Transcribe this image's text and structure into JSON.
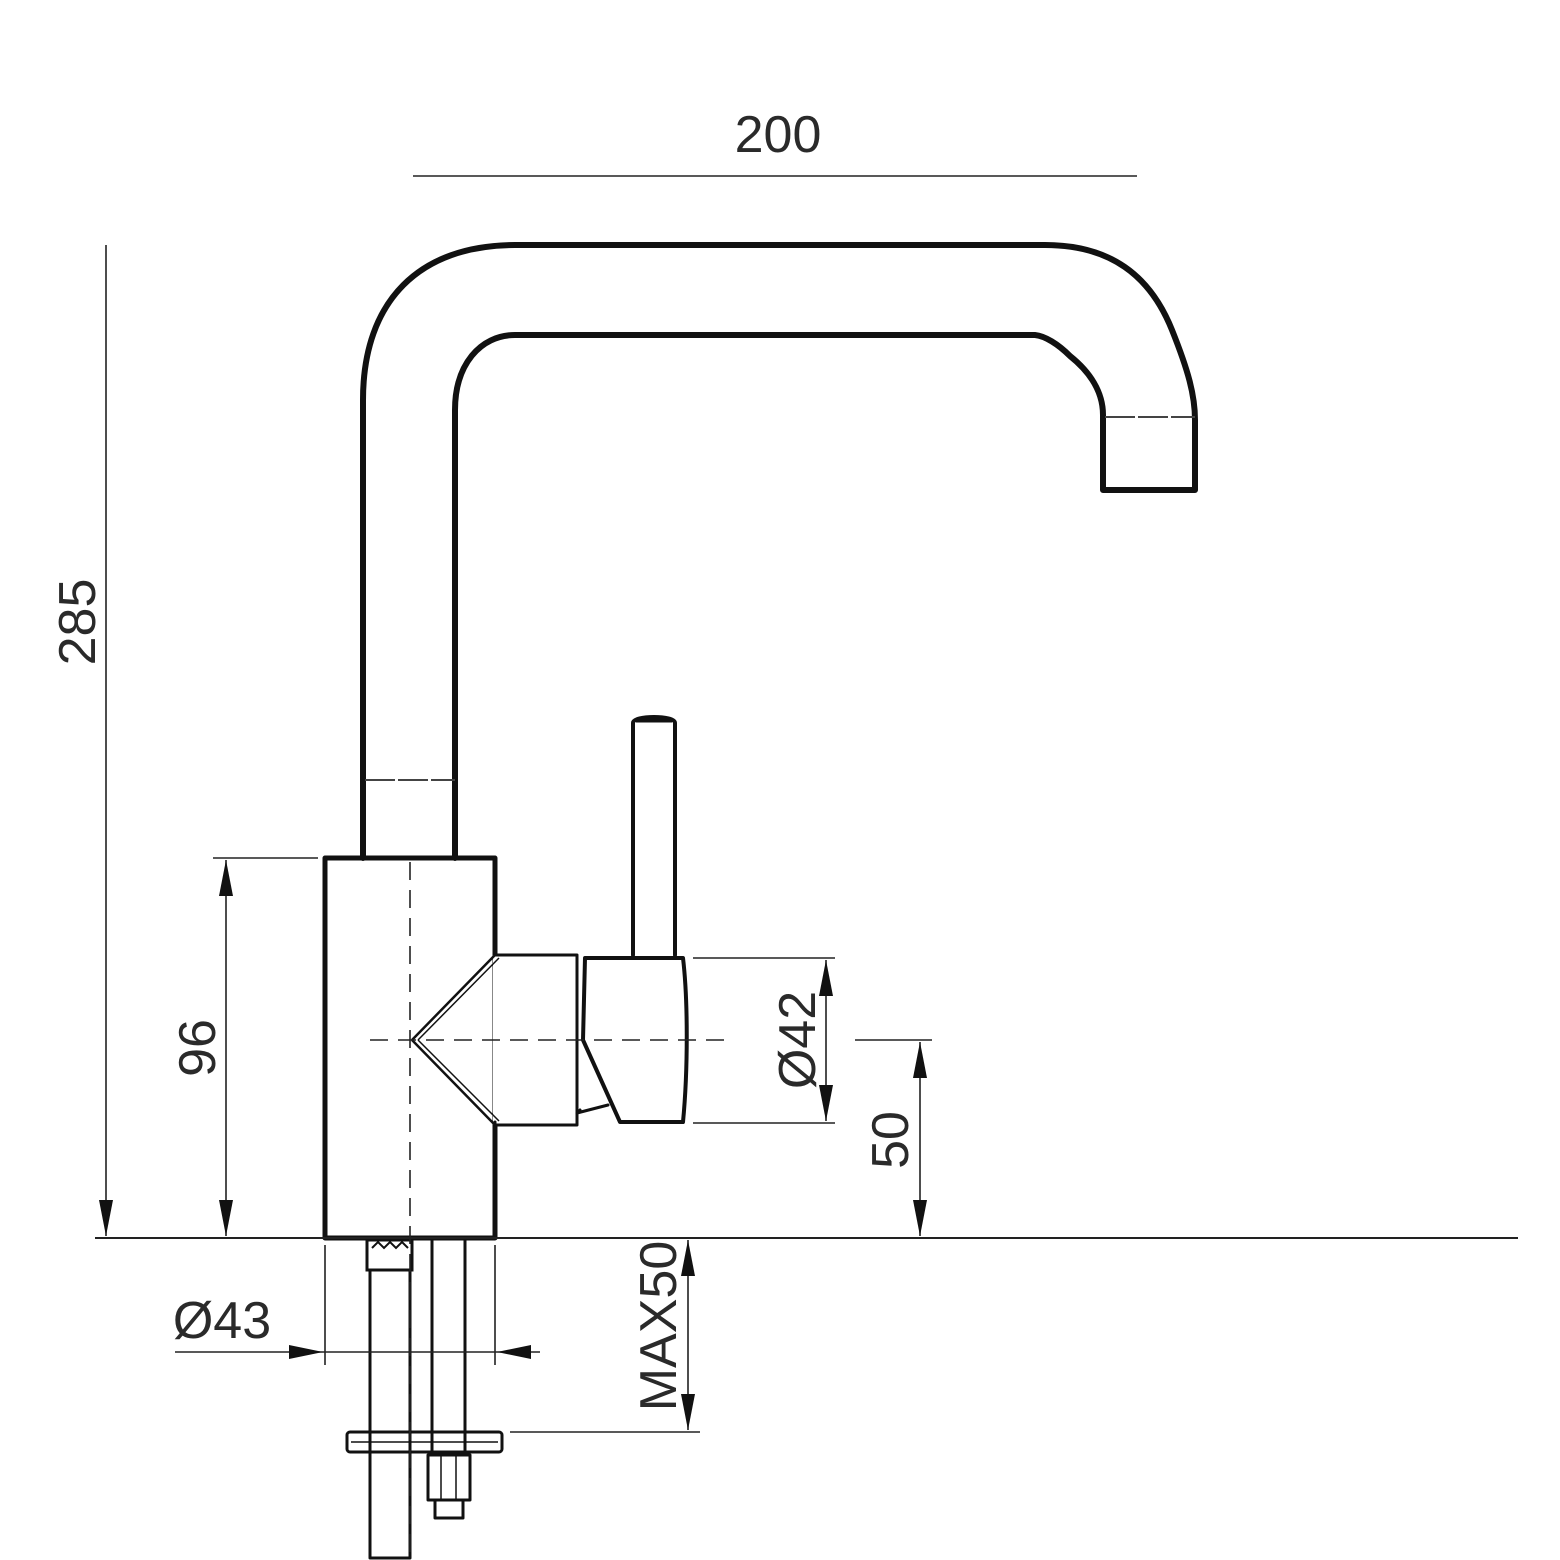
{
  "dimensions": {
    "spout_reach": "200",
    "total_height": "285",
    "body_height": "96",
    "handle_diameter": "Ø42",
    "handle_axis_height": "50",
    "mount_diameter": "Ø43",
    "max_counter_thickness": "MAX50"
  },
  "colors": {
    "line": "#111111",
    "text": "#2a2a2a",
    "background": "#ffffff"
  }
}
